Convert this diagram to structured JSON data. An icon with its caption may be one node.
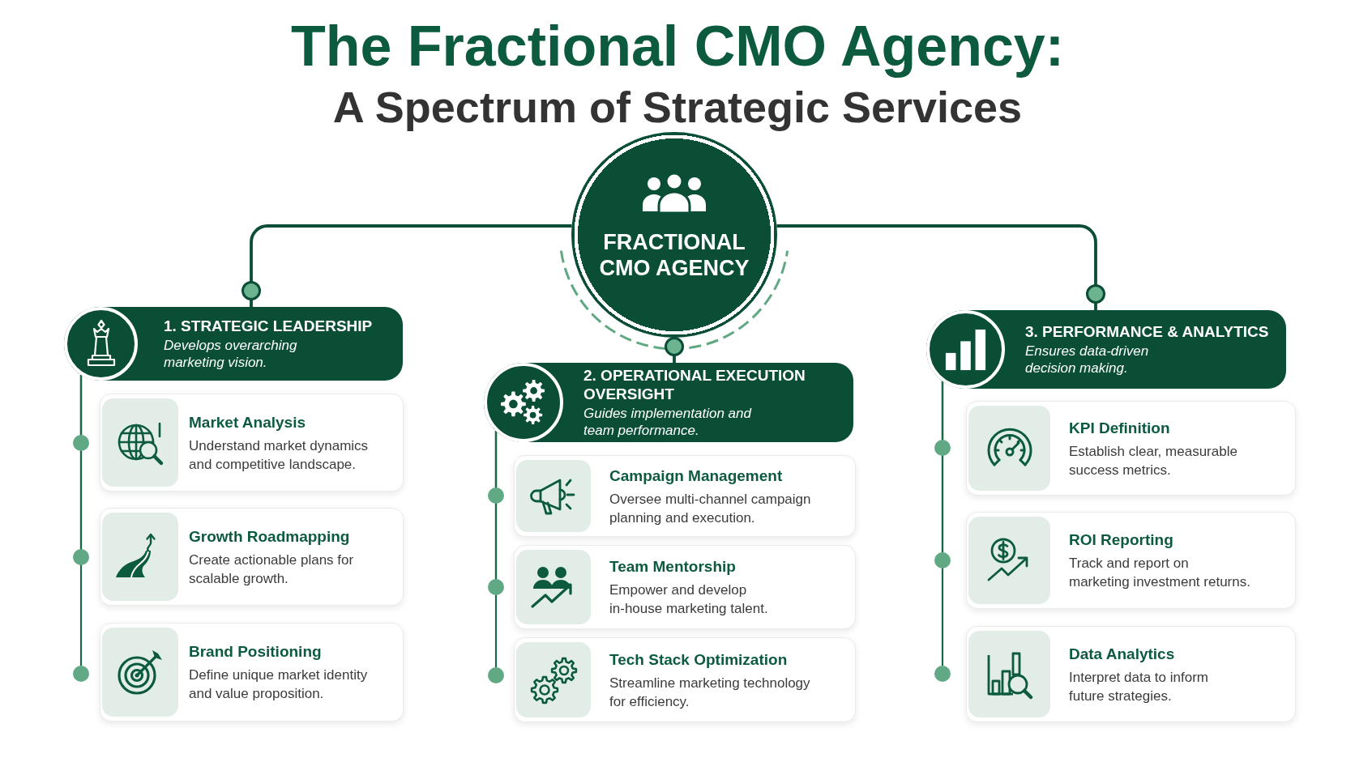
{
  "diagram": {
    "title": "The Fractional CMO Agency:",
    "nodes": [
      {
        "text": [
          "FRACTIONAL CMO AGENCY"
        ]
      },
      {
        "text": [
          "1. STRATEGIC LEADERSHIP",
          "Develops overarching marketing vision."
        ]
      },
      {
        "text": [
          "Market Analysis",
          "Understand market dynamics and competitive landscape."
        ]
      },
      {
        "text": [
          "Growth Roadmapping",
          "Create actionable plans for scalable growth."
        ]
      },
      {
        "text": [
          "Brand Positioning",
          "Define unique market identity and value proposition."
        ]
      },
      {
        "text": [
          "2. OPERATIONAL EXECUTION OVERSIGHT",
          "Guides implementation and team performance."
        ]
      },
      {
        "text": [
          "Campaign Management",
          "Oversee multi-channel campaign planning and execution."
        ]
      },
      {
        "text": [
          "Team Mentorship",
          "Empower and develop in-house marketing talent."
        ]
      },
      {
        "text": [
          "Tech Stack Optimization",
          "Streamline marketing technology for efficiency."
        ]
      },
      {
        "text": [
          "3. PERFORMANCE & ANALYTICS",
          "Ensures data-driven decision making."
        ]
      },
      {
        "text": [
          "KPI Definition",
          "Establish clear, measurable success metrics."
        ]
      },
      {
        "text": [
          "ROI Reporting",
          "Track and report on marketing investment returns."
        ]
      },
      {
        "text": [
          "Data Analytics",
          "Interpret data to inform future strategies."
        ]
      },
      {
        "text": [],
        "shape": "circle"
      },
      {
        "text": [],
        "shape": "circle"
      },
      {
        "text": [],
        "shape": "circle"
      },
      {
        "text": [],
        "shape": "circle"
      },
      {
        "text": [],
        "shape": "circle"
      },
      {
        "text": [],
        "shape": "circle"
      },
      {
        "text": [],
        "shape": "circle"
      },
      {
        "text": [],
        "shape": "circle"
      },
      {
        "text": [],
        "shape": "circle"
      }
    ],
    "edges": [
      {
        "from": 0,
        "to": 1,
        "arrow": "other"
      },
      {
        "from": 0,
        "to": 5,
        "arrow": "other"
      },
      {
        "from": 0,
        "to": 9,
        "arrow": "other"
      },
      {
        "from": 1,
        "to": 13,
        "arrow": "none"
      },
      {
        "from": 1,
        "to": 14,
        "arrow": "none"
      },
      {
        "from": 1,
        "to": 15,
        "arrow": "none"
      },
      {
        "from": 5,
        "to": 16,
        "arrow": "none"
      },
      {
        "from": 5,
        "to": 17,
        "arrow": "none"
      },
      {
        "from": 5,
        "to": 18,
        "arrow": "none"
      },
      {
        "from": 9,
        "to": 19,
        "arrow": "none"
      },
      {
        "from": 9,
        "to": 20,
        "arrow": "none"
      },
      {
        "from": 9,
        "to": 21,
        "arrow": "none"
      }
    ],
    "labels": [
      "A Spectrum of Strategic Services"
    ]
  }
}
